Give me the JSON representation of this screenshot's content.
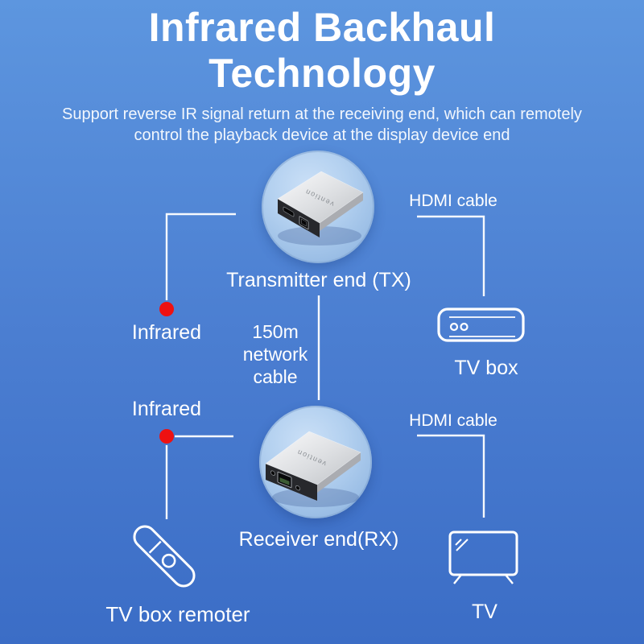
{
  "title": {
    "line1": "Infrared Backhaul",
    "line2": "Technology"
  },
  "subtitle": {
    "line1": "Support reverse IR signal return at the receiving end, which can remotely",
    "line2": "control the playback device at the display device end"
  },
  "devices": {
    "transmitter": {
      "label": "Transmitter end (TX)",
      "brand": "vention"
    },
    "receiver": {
      "label": "Receiver end(RX)",
      "brand": "vention"
    }
  },
  "connections": {
    "infrared_top": "Infrared",
    "infrared_bottom": "Infrared",
    "hdmi_top": "HDMI cable",
    "hdmi_bottom": "HDMI cable",
    "network_cable_lines": [
      "150m",
      "network",
      "cable"
    ]
  },
  "endpoints": {
    "tv_box": "TV box",
    "tv": "TV",
    "remote": "TV box remoter"
  },
  "colors": {
    "background_top": "#5c95de",
    "background_bottom": "#3b6dc6",
    "accent_red": "#ee1111",
    "connector_white": "#f6f9fd",
    "bubble_fill": "#aecdee"
  }
}
